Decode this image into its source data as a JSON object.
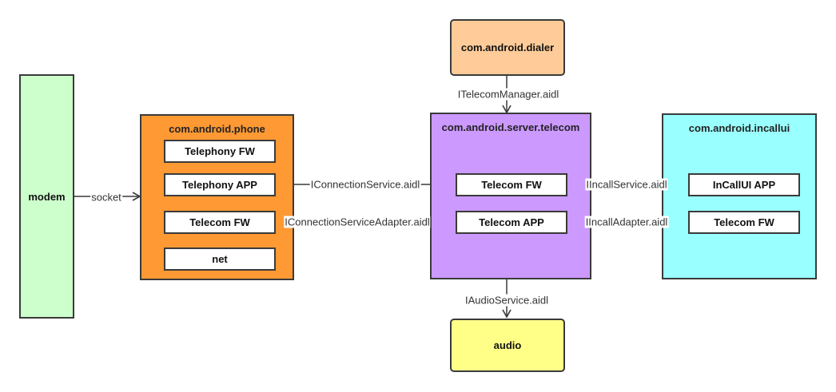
{
  "nodes": {
    "modem": "modem",
    "phone": {
      "title": "com.android.phone",
      "items": [
        "Telephony FW",
        "Telephony APP",
        "Telecom FW",
        "net"
      ]
    },
    "telecom": {
      "title": "com.android.server.telecom",
      "items": [
        "Telecom FW",
        "Telecom APP"
      ]
    },
    "incallui": {
      "title": "com.android.incallui",
      "items": [
        "InCallUI APP",
        "Telecom FW"
      ]
    },
    "dialer": "com.android.dialer",
    "audio": "audio"
  },
  "edges": {
    "socket": "socket",
    "itelecom_manager": "ITelecomManager.aidl",
    "iconnection_service": "IConnectionService.aidl",
    "iconnection_service_adapter": "IConnectionServiceAdapter.aidl",
    "iincall_service": "IIncallService.aidl",
    "iincall_adapter": "IIncallAdapter.aidl",
    "iaudio_service": "IAudioService.aidl"
  },
  "colors": {
    "modem": "#ccffcc",
    "phone": "#ff9933",
    "telecom": "#cc99ff",
    "incallui": "#99ffff",
    "dialer": "#ffcc99",
    "audio": "#ffff88",
    "line": "#3a3a3a"
  }
}
